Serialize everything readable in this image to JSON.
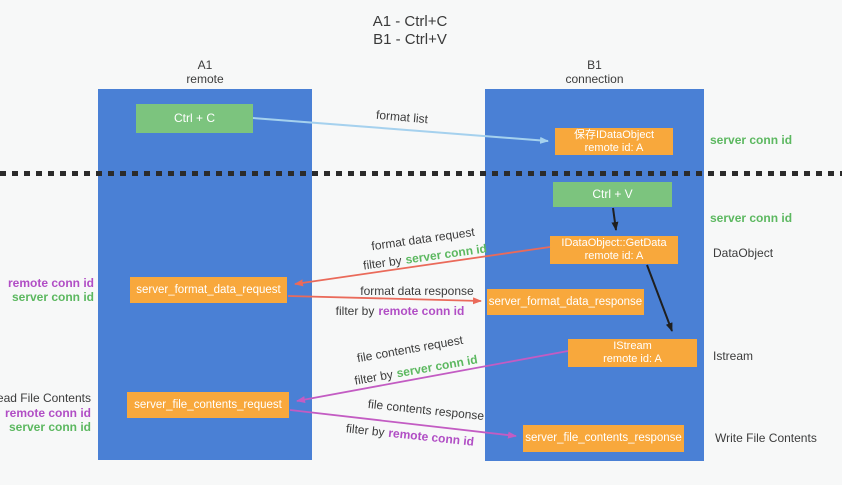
{
  "title": [
    "A1 - Ctrl+C",
    "B1 - Ctrl+V"
  ],
  "lanes": {
    "left": {
      "title": "A1",
      "subtitle": "remote"
    },
    "right": {
      "title": "B1",
      "subtitle": "connection"
    }
  },
  "nodes": {
    "ctrl_c": {
      "label": "Ctrl + C"
    },
    "save_idataobject": {
      "line1": "保存IDataObject",
      "line2": "remote id: A"
    },
    "ctrl_v": {
      "label": "Ctrl + V"
    },
    "getdata": {
      "line1": "IDataObject::GetData",
      "line2": "remote id: A"
    },
    "format_request": {
      "label": "server_format_data_request"
    },
    "format_response": {
      "label": "server_format_data_response"
    },
    "istream": {
      "line1": "IStream",
      "line2": "remote id: A"
    },
    "file_request": {
      "label": "server_file_contents_request"
    },
    "file_response": {
      "label": "server_file_contents_response"
    }
  },
  "arrows": {
    "format_list": {
      "label": "format list"
    },
    "format_data_request": {
      "label": "format data request",
      "filter_prefix": "filter by",
      "filter_key": "server conn id"
    },
    "format_data_response": {
      "label": "format data response",
      "filter_prefix": "filter by",
      "filter_key": "remote conn id"
    },
    "file_contents_request": {
      "label": "file contents request",
      "filter_prefix": "filter by",
      "filter_key": "server conn id"
    },
    "file_contents_response": {
      "label": "file contents response",
      "filter_prefix": "filter by",
      "filter_key": "remote conn id"
    }
  },
  "side_labels": {
    "left_format": {
      "remote": "remote conn id",
      "server": "server conn id"
    },
    "read_file_contents": "Read File Contents",
    "left_file": {
      "remote": "remote conn id",
      "server": "server conn id"
    },
    "right_server_conn_top": "server conn id",
    "right_server_conn_mid": "server conn id",
    "dataobject": "DataObject",
    "istream": "Istream",
    "write_file_contents": "Write File Contents"
  },
  "colors": {
    "background": "#f7f8f8",
    "lane_blue": "#4a80d5",
    "green_box": "#7cc47e",
    "orange_box": "#f8a83c",
    "server_conn_id_text": "#5cb860",
    "remote_conn_id_text": "#b14ec5",
    "arrow_blue": "#a5d1ee",
    "arrow_red": "#ea6a5a",
    "arrow_purple": "#c35cc3",
    "arrow_black": "#1f1f1f",
    "text": "#3c3c3c"
  }
}
